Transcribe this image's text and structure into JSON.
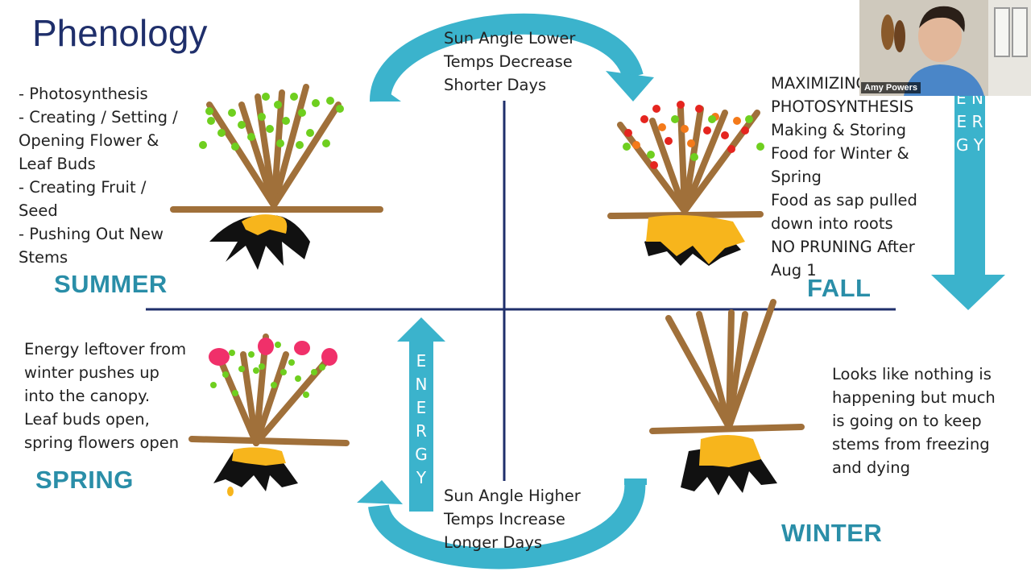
{
  "slide": {
    "title": "Phenology",
    "summer": {
      "label": "SUMMER",
      "notes": "- Photosynthesis\n- Creating / Setting /\nOpening Flower &\nLeaf Buds\n- Creating Fruit /\nSeed\n- Pushing Out New\nStems"
    },
    "fall": {
      "label": "FALL",
      "notes": "MAXIMIZING\nPHOTOSYNTHESIS\nMaking & Storing\nFood for Winter &\nSpring\nFood as sap pulled\ndown into roots\nNO PRUNING After\nAug 1"
    },
    "spring": {
      "label": "SPRING",
      "notes": "Energy leftover from\nwinter pushes up\ninto the canopy.\nLeaf buds open,\nspring flowers open"
    },
    "winter": {
      "label": "WINTER",
      "notes": "Looks like nothing is\nhappening but much\nis going on to keep\nstems from freezing\nand dying"
    },
    "top_cycle": "Sun Angle Lower\nTemps Decrease\nShorter Days",
    "bottom_cycle": "Sun Angle Higher\nTemps Increase\nLonger Days",
    "energy_down": "E\nN\nE\nR\nG\nY",
    "energy_up": "E\nN\nE\nR\nG\nY"
  },
  "video": {
    "participant_name": "Amy Powers"
  },
  "colors": {
    "title": "#1f2f6b",
    "season": "#2a8ea8",
    "arrow": "#3bb3cc",
    "axis": "#1f2f6b",
    "branch": "#a0703a",
    "root_black": "#111111",
    "root_gold": "#f7b51c",
    "leaf_green": "#6fcf1f",
    "flower_pink": "#f0306a",
    "berry_red": "#e5251f",
    "berry_orange": "#f47a1a"
  }
}
